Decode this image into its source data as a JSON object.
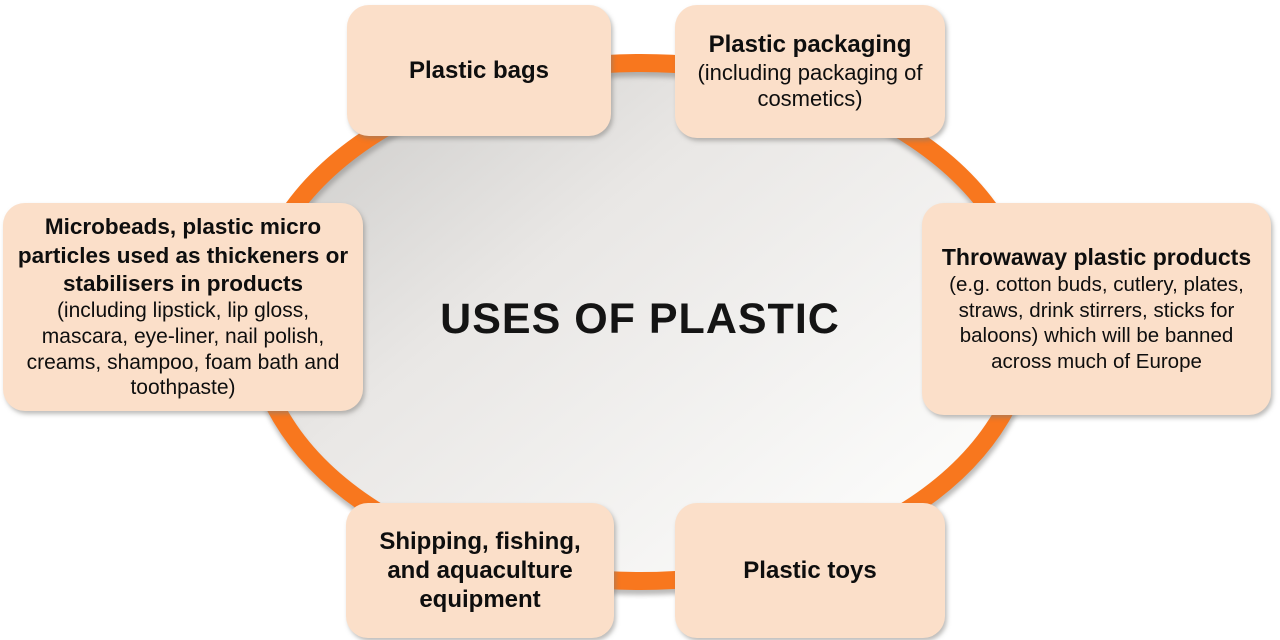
{
  "title": "USES OF PLASTIC",
  "nodes": [
    {
      "id": "plastic-bags",
      "heading": "Plastic bags",
      "detail": ""
    },
    {
      "id": "plastic-packaging",
      "heading": "Plastic packaging",
      "detail": "(including packaging of cosmetics)"
    },
    {
      "id": "microbeads",
      "heading": "Microbeads, plastic micro particles used as thickeners or stabilisers in products",
      "detail": "(including lipstick, lip gloss, mascara, eye-liner, nail polish, creams, shampoo, foam bath and toothpaste)"
    },
    {
      "id": "throwaway-plastic-products",
      "heading": "Throwaway plastic products",
      "detail": "(e.g. cotton buds, cutlery, plates, straws, drink stirrers, sticks for baloons) which will be banned across much of Europe"
    },
    {
      "id": "shipping-fishing",
      "heading": "Shipping, fishing, and aquaculture equipment",
      "detail": ""
    },
    {
      "id": "plastic-toys",
      "heading": "Plastic toys",
      "detail": ""
    }
  ],
  "colors": {
    "node_fill": "#FBDFC9",
    "ellipse_stroke": "#F8771E",
    "text_color": "#0E0E0E",
    "background": "#FFFFFF"
  }
}
